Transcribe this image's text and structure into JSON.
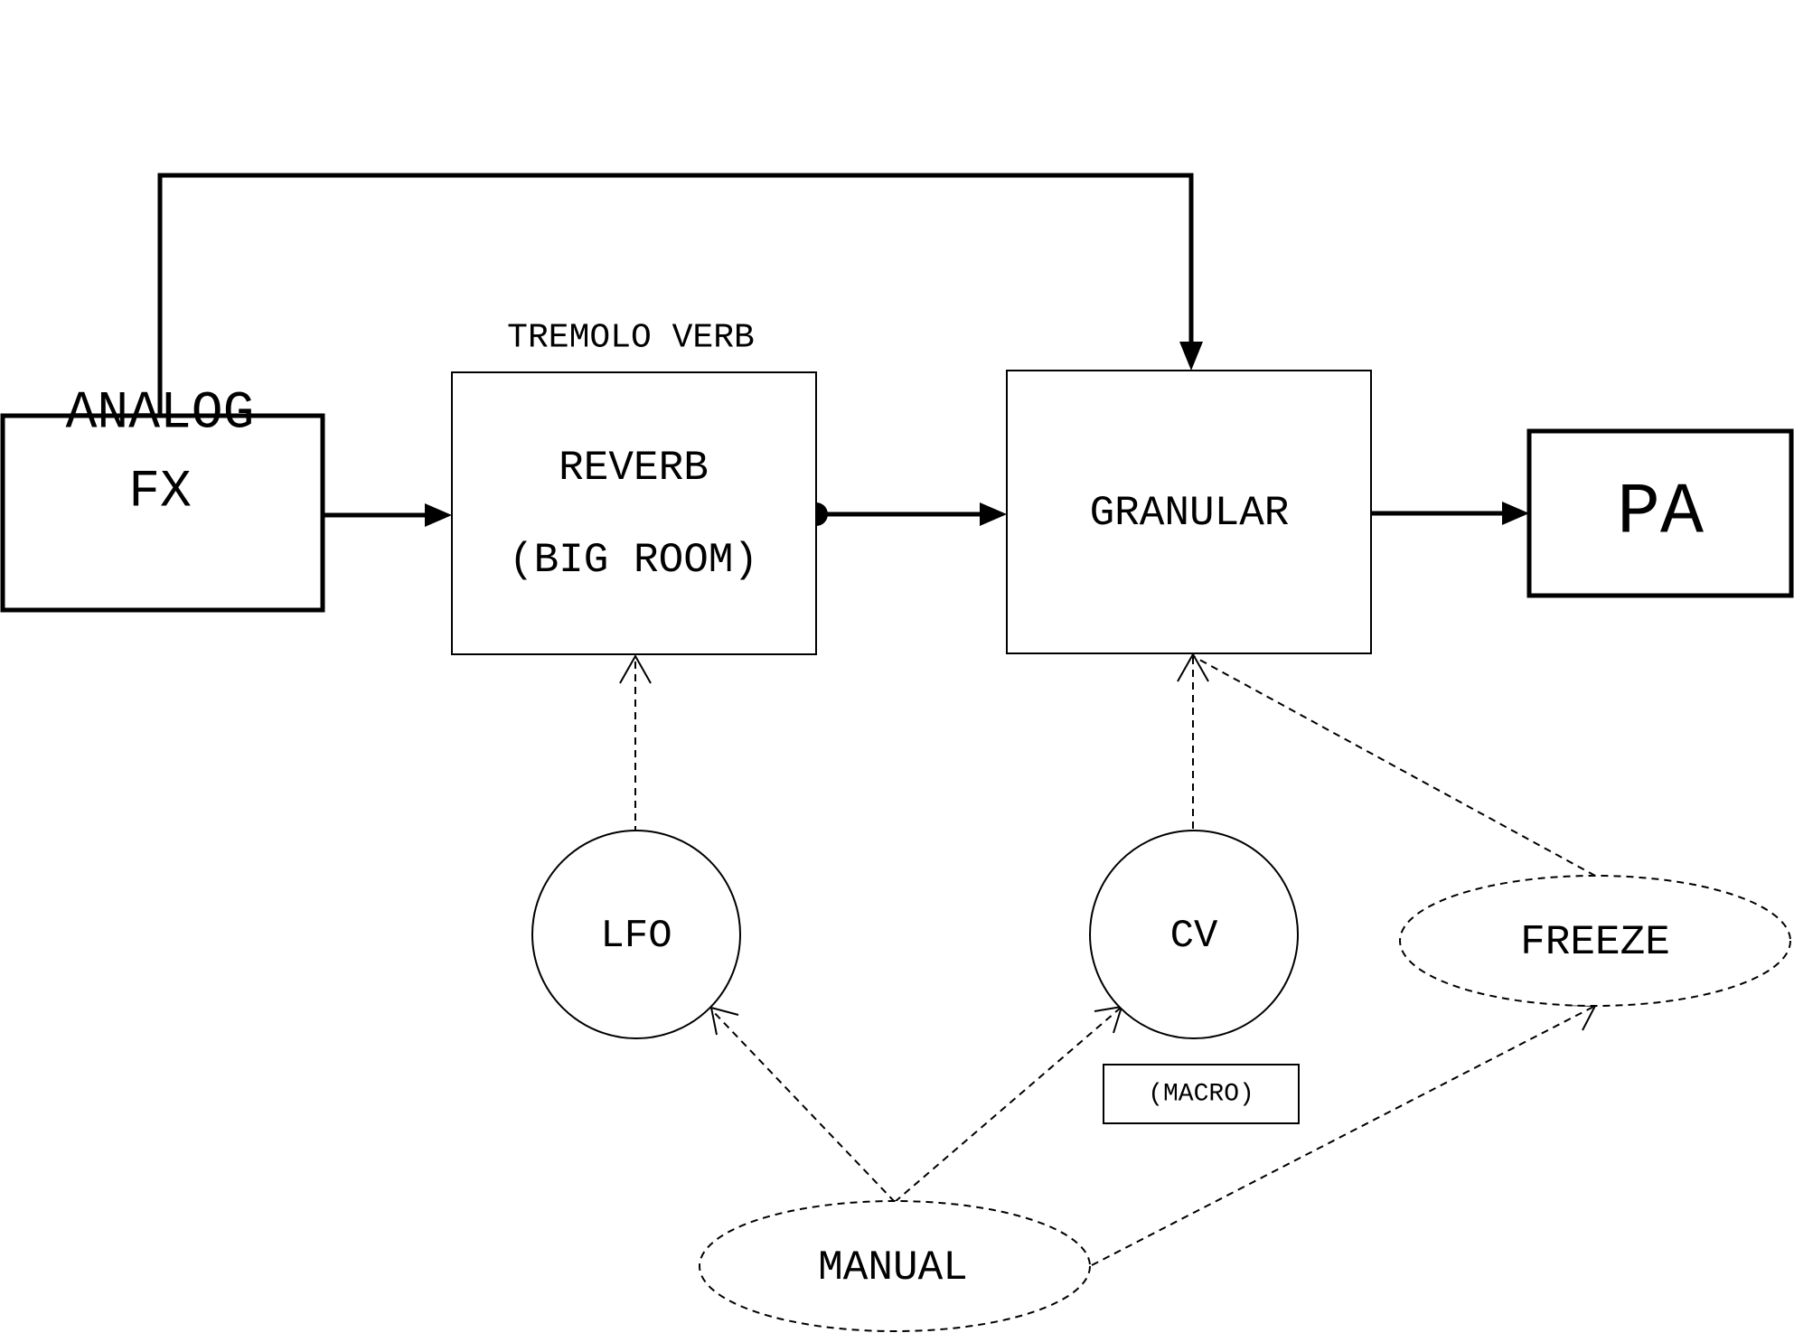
{
  "nodes": {
    "analog_fx": {
      "line1": "ANALOG",
      "line2": "FX"
    },
    "reverb": {
      "caption": "TREMOLO VERB",
      "line1": "REVERB",
      "line2": "(BIG ROOM)"
    },
    "granular": {
      "label": "GRANULAR"
    },
    "pa": {
      "label": "PA"
    },
    "lfo": {
      "label": "LFO"
    },
    "cv": {
      "label": "CV",
      "tag": "(MACRO)"
    },
    "freeze": {
      "label": "FREEZE"
    },
    "manual": {
      "label": "MANUAL"
    }
  },
  "edges": [
    {
      "from": "analog_fx",
      "to": "reverb",
      "style": "solid"
    },
    {
      "from": "reverb",
      "to": "granular",
      "style": "solid"
    },
    {
      "from": "granular",
      "to": "pa",
      "style": "solid"
    },
    {
      "from": "analog_fx",
      "to": "granular",
      "style": "solid"
    },
    {
      "from": "lfo",
      "to": "reverb",
      "style": "dashed"
    },
    {
      "from": "cv",
      "to": "granular",
      "style": "dashed"
    },
    {
      "from": "freeze",
      "to": "granular",
      "style": "dashed"
    },
    {
      "from": "manual",
      "to": "lfo",
      "style": "dashed"
    },
    {
      "from": "manual",
      "to": "cv",
      "style": "dashed"
    },
    {
      "from": "manual",
      "to": "freeze",
      "style": "dashed"
    }
  ],
  "colors": {
    "ink": "#000000",
    "background": "#ffffff"
  }
}
